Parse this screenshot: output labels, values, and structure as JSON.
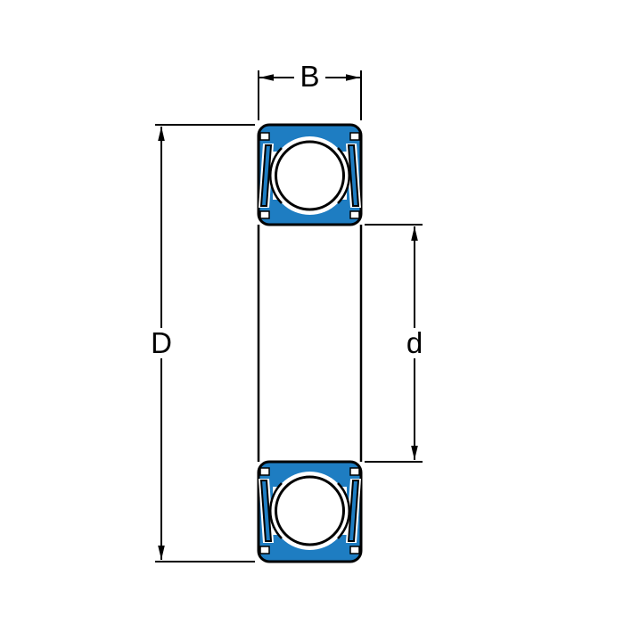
{
  "diagram": {
    "labels": {
      "width": "B",
      "outer_diameter": "D",
      "bore": "d"
    }
  },
  "colors": {
    "bearing_blue": "#1e7dc2",
    "line": "#000000",
    "background": "#ffffff"
  }
}
